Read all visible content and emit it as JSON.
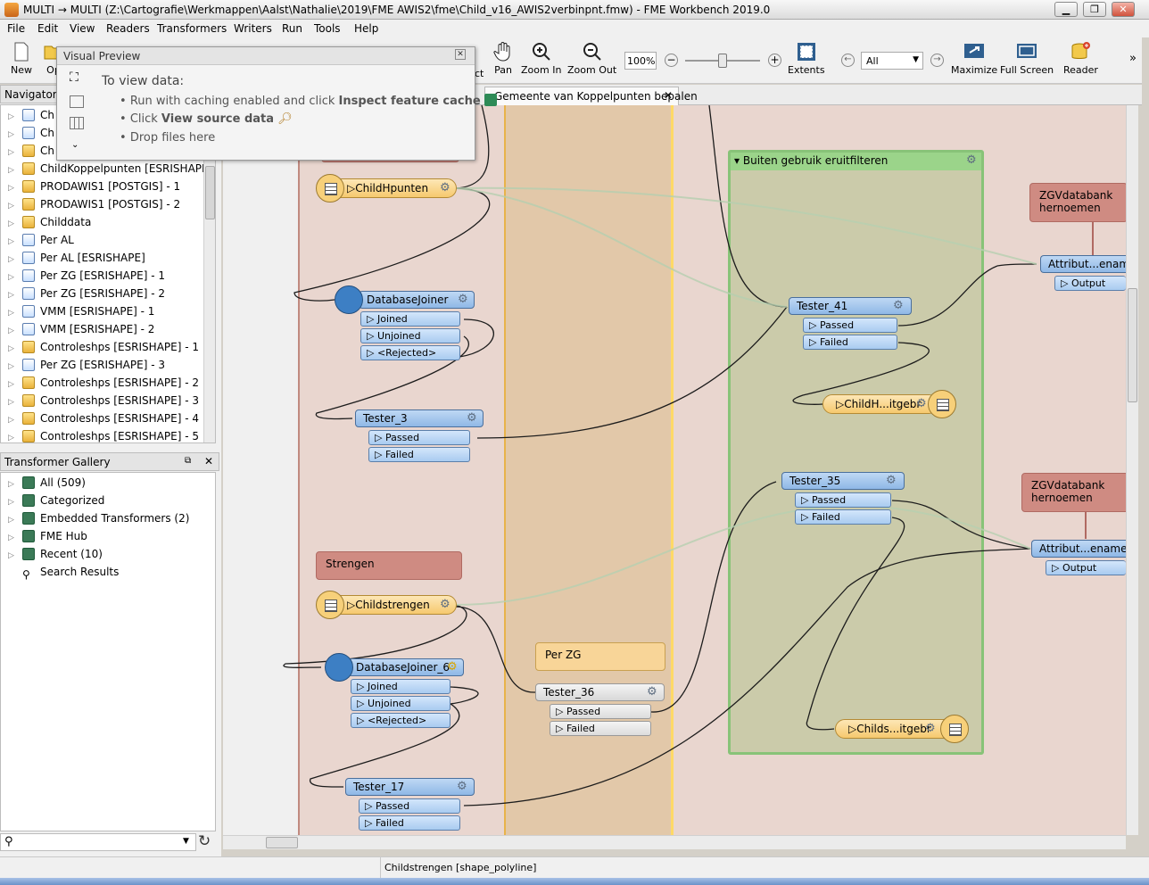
{
  "window": {
    "title": "MULTI → MULTI (Z:\\Cartografie\\Werkmappen\\Aalst\\Nathalie\\2019\\FME AWIS2\\fme\\Child_v16_AWIS2verbinpnt.fmw) - FME Workbench 2019.0"
  },
  "menu": [
    "File",
    "Edit",
    "View",
    "Readers",
    "Transformers",
    "Writers",
    "Run",
    "Tools",
    "Help"
  ],
  "toolbar": {
    "new": "New",
    "open": "Op",
    "inspect": "ct",
    "pan": "Pan",
    "zoom_in": "Zoom In",
    "zoom_out": "Zoom Out",
    "zoom_level": "100%",
    "extents": "Extents",
    "filter": "All",
    "maximize": "Maximize",
    "full_screen": "Full Screen",
    "reader": "Reader",
    "more": "»"
  },
  "navigator": {
    "title": "Navigator",
    "items": [
      "Ch",
      "Ch",
      "Ch",
      "ChildKoppelpunten [ESRISHAPE]",
      "PRODAWIS1 [POSTGIS] - 1",
      "PRODAWIS1 [POSTGIS] - 2",
      "Childdata",
      "Per AL",
      "Per AL [ESRISHAPE]",
      "Per ZG [ESRISHAPE] - 1",
      "Per ZG [ESRISHAPE] - 2",
      "VMM [ESRISHAPE] - 1",
      "VMM [ESRISHAPE] - 2",
      "Controleshps [ESRISHAPE] - 1",
      "Per ZG [ESRISHAPE] - 3",
      "Controleshps [ESRISHAPE] - 2",
      "Controleshps [ESRISHAPE] - 3",
      "Controleshps [ESRISHAPE] - 4",
      "Controleshps [ESRISHAPE] - 5"
    ]
  },
  "gallery": {
    "title": "Transformer Gallery",
    "items": [
      "All (509)",
      "Categorized",
      "Embedded Transformers (2)",
      "FME Hub",
      "Recent (10)",
      "Search Results"
    ]
  },
  "visual_preview": {
    "title": "Visual Preview",
    "heading": "To view data:",
    "line1a": "Run with caching enabled and click ",
    "line1b": "Inspect feature cache",
    "line2a": "Click ",
    "line2b": "View source data",
    "line3": "Drop files here"
  },
  "tabs": {
    "active": "Gemeente van Koppelpunten bepalen"
  },
  "canvas": {
    "bookmark_title": "Buiten gebruik eruitfilteren",
    "annotations": {
      "zgv1": "ZGVdatabank hernoemen",
      "zgv2": "ZGVdatabank hernoemen",
      "strengen": "Strengen",
      "perzg": "Per ZG"
    },
    "nodes": {
      "childhpunten": "ChildHpunten",
      "dbjoiner": "DatabaseJoiner",
      "tester3": "Tester_3",
      "tester41": "Tester_41",
      "childh_writer": "ChildH...itgebr",
      "attrib1": "Attribut...enamer",
      "attrib2": "Attribut...enamer",
      "tester35": "Tester_35",
      "childstrengen": "Childstrengen",
      "dbjoiner6": "DatabaseJoiner_6",
      "tester36": "Tester_36",
      "tester17": "Tester_17",
      "childs_writer": "Childs...itgebr"
    },
    "ports": {
      "joined": "Joined",
      "unjoined": "Unjoined",
      "rejected": "<Rejected>",
      "passed": "Passed",
      "failed": "Failed",
      "output": "Output"
    }
  },
  "status": {
    "text": "Childstrengen [shape_polyline]"
  }
}
